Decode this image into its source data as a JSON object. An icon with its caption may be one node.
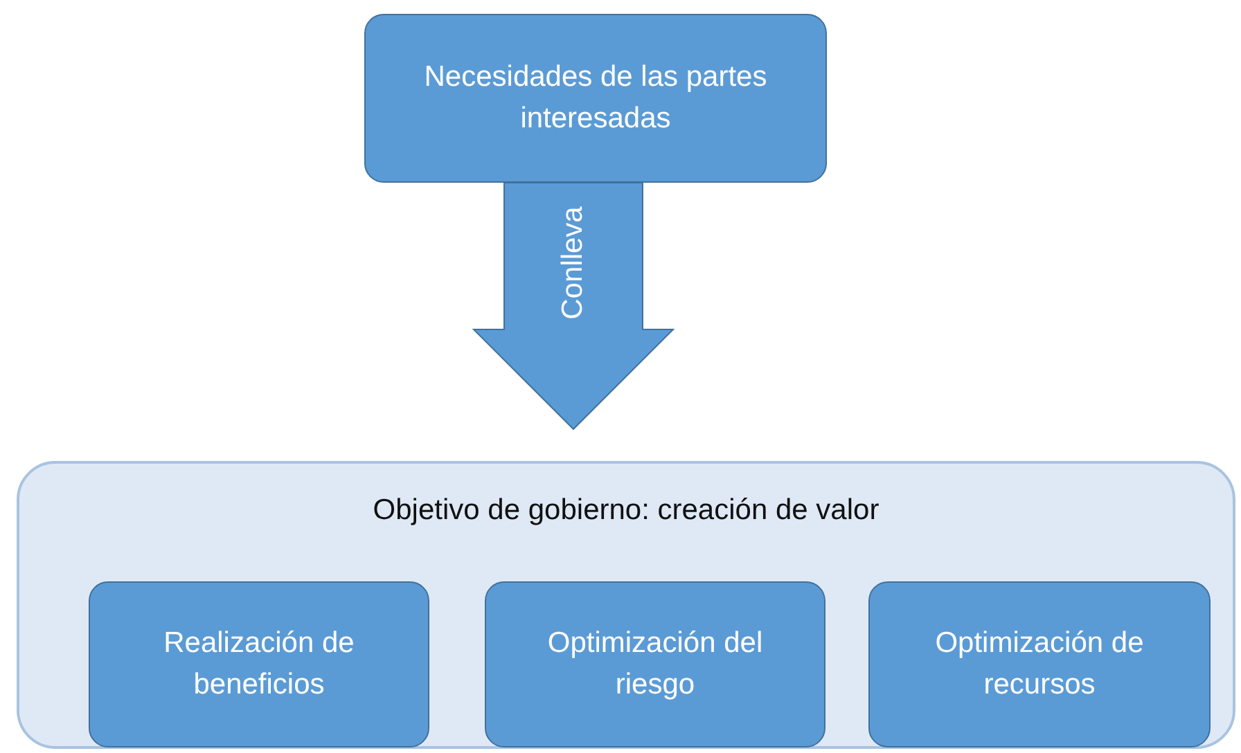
{
  "diagram": {
    "nodes": [
      {
        "text": [
          "Necesidades de las partes interesadas"
        ]
      },
      {
        "text": [
          "Objetivo de gobierno: creación de valor"
        ]
      },
      {
        "text": [
          "Realización de beneficios"
        ],
        "in": 1
      },
      {
        "text": [
          "Optimización del riesgo"
        ],
        "in": 1
      },
      {
        "text": [
          "Optimización de recursos"
        ],
        "in": 1
      }
    ],
    "edges": [
      {
        "from": 0,
        "to": 1,
        "arrow": "to",
        "label": "Conlleva",
        "style": "thick"
      }
    ]
  }
}
